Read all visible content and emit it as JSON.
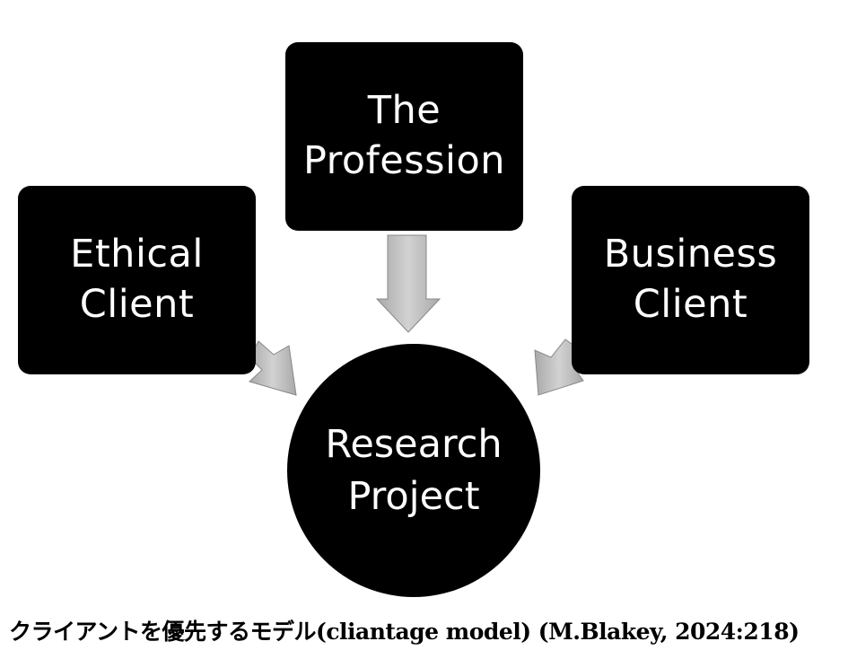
{
  "diagram": {
    "nodes": [
      {
        "id": "profession",
        "shape": "rounded-rect",
        "lines": [
          "The",
          "Profession"
        ]
      },
      {
        "id": "ethical",
        "shape": "rounded-rect",
        "lines": [
          "Ethical",
          "Client"
        ]
      },
      {
        "id": "business",
        "shape": "rounded-rect",
        "lines": [
          "Business",
          "Client"
        ]
      },
      {
        "id": "project",
        "shape": "circle",
        "lines": [
          "Research",
          "Project"
        ]
      }
    ],
    "edges": [
      {
        "from": "profession",
        "to": "project"
      },
      {
        "from": "ethical",
        "to": "project"
      },
      {
        "from": "business",
        "to": "project"
      }
    ],
    "colors": {
      "node_fill": "#000000",
      "node_text": "#ffffff",
      "arrow_fill": "#b8b8b8"
    }
  },
  "caption": "クライアントを優先するモデル(cliantage model) (M.Blakey, 2024:218)"
}
